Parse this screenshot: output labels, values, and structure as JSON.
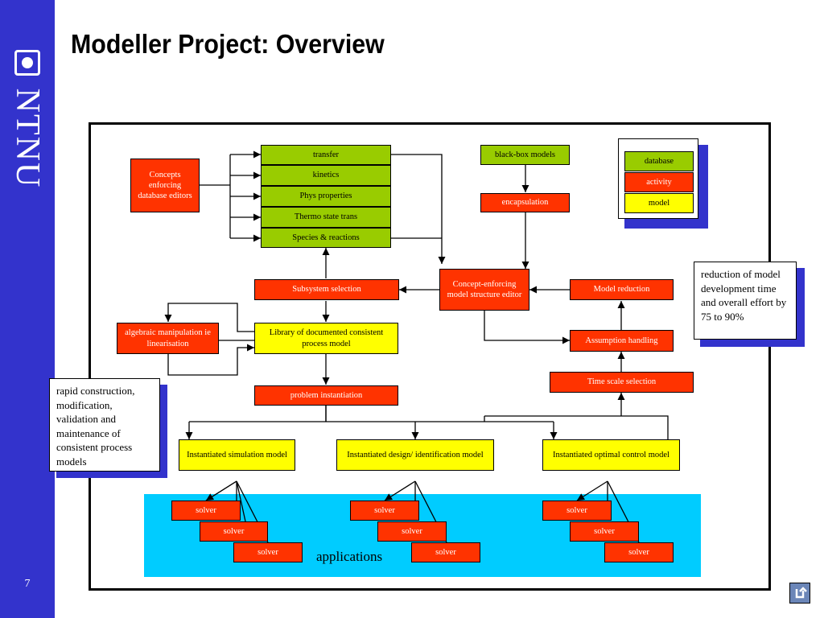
{
  "logo": {
    "text": "NTNU"
  },
  "page": {
    "number": "7"
  },
  "slide": {
    "title": "Modeller Project: Overview"
  },
  "diagram": {
    "concepts_editor": "Concepts enforcing database editors",
    "transfer": "transfer",
    "kinetics": "kinetics",
    "phys_properties": "Phys properties",
    "thermo": "Thermo state trans",
    "species": "Species & reactions",
    "black_box": "black-box models",
    "encapsulation": "encapsulation",
    "concept_editor": "Concept-enforcing model structure editor",
    "subsystem": "Subsystem selection",
    "model_reduction": "Model reduction",
    "algebraic": "algebraic manipulation ie linearisation",
    "library": "Library of documented consistent process model",
    "assumption": "Assumption handling",
    "time_scale": "Time scale selection",
    "problem_inst": "problem instantiation",
    "inst_sim": "Instantiated simulation model",
    "inst_design": "Instantiated design/ identification model",
    "inst_opt": "Instantiated optimal control model",
    "solver": "solver",
    "applications": "applications"
  },
  "legend": {
    "database": "database",
    "activity": "activity",
    "model": "model"
  },
  "notes": {
    "left": "rapid construction, modification, validation and maintenance of consistent process models",
    "right": "reduction of model development time and overall effort by 75 to 90%"
  },
  "colors": {
    "sidebar": "#3333cc",
    "database": "#99cc00",
    "activity": "#ff3300",
    "model": "#ffff00",
    "applications_bg": "#00ccff"
  },
  "icons": {
    "logo": "ntnu-logo-icon",
    "nav": "return-arrow-icon"
  }
}
